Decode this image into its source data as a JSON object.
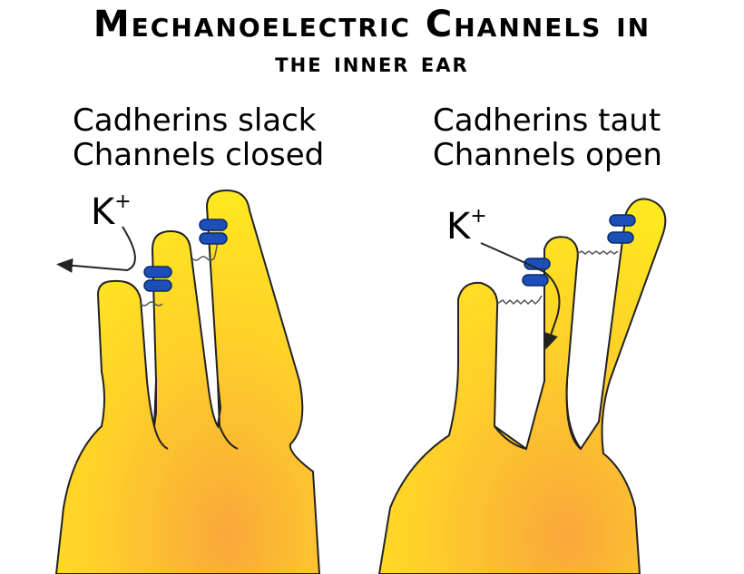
{
  "title": {
    "line1": "Mechanoelectric Channels in",
    "line2": "the inner ear"
  },
  "panels": {
    "left": {
      "state_line1": "Cadherins slack",
      "state_line2": "Channels closed",
      "ion_symbol": "K",
      "ion_charge": "+"
    },
    "right": {
      "state_line1": "Cadherins taut",
      "state_line2": "Channels open",
      "ion_symbol": "K",
      "ion_charge": "+"
    }
  },
  "colors": {
    "cell_fill_light": "#ffe21a",
    "cell_fill_dark": "#f9a83a",
    "channel": "#1c4fb8",
    "outline": "#222222"
  }
}
